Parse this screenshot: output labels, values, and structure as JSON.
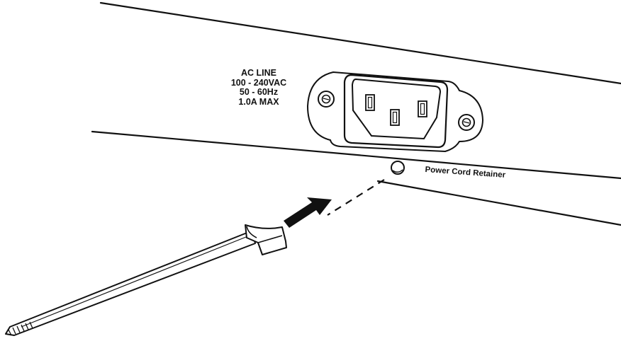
{
  "figure": {
    "ac_label_lines": [
      "AC LINE",
      "100 - 240VAC",
      "50 - 60Hz",
      "1.0A MAX"
    ],
    "retainer_label": "Power Cord Retainer"
  }
}
